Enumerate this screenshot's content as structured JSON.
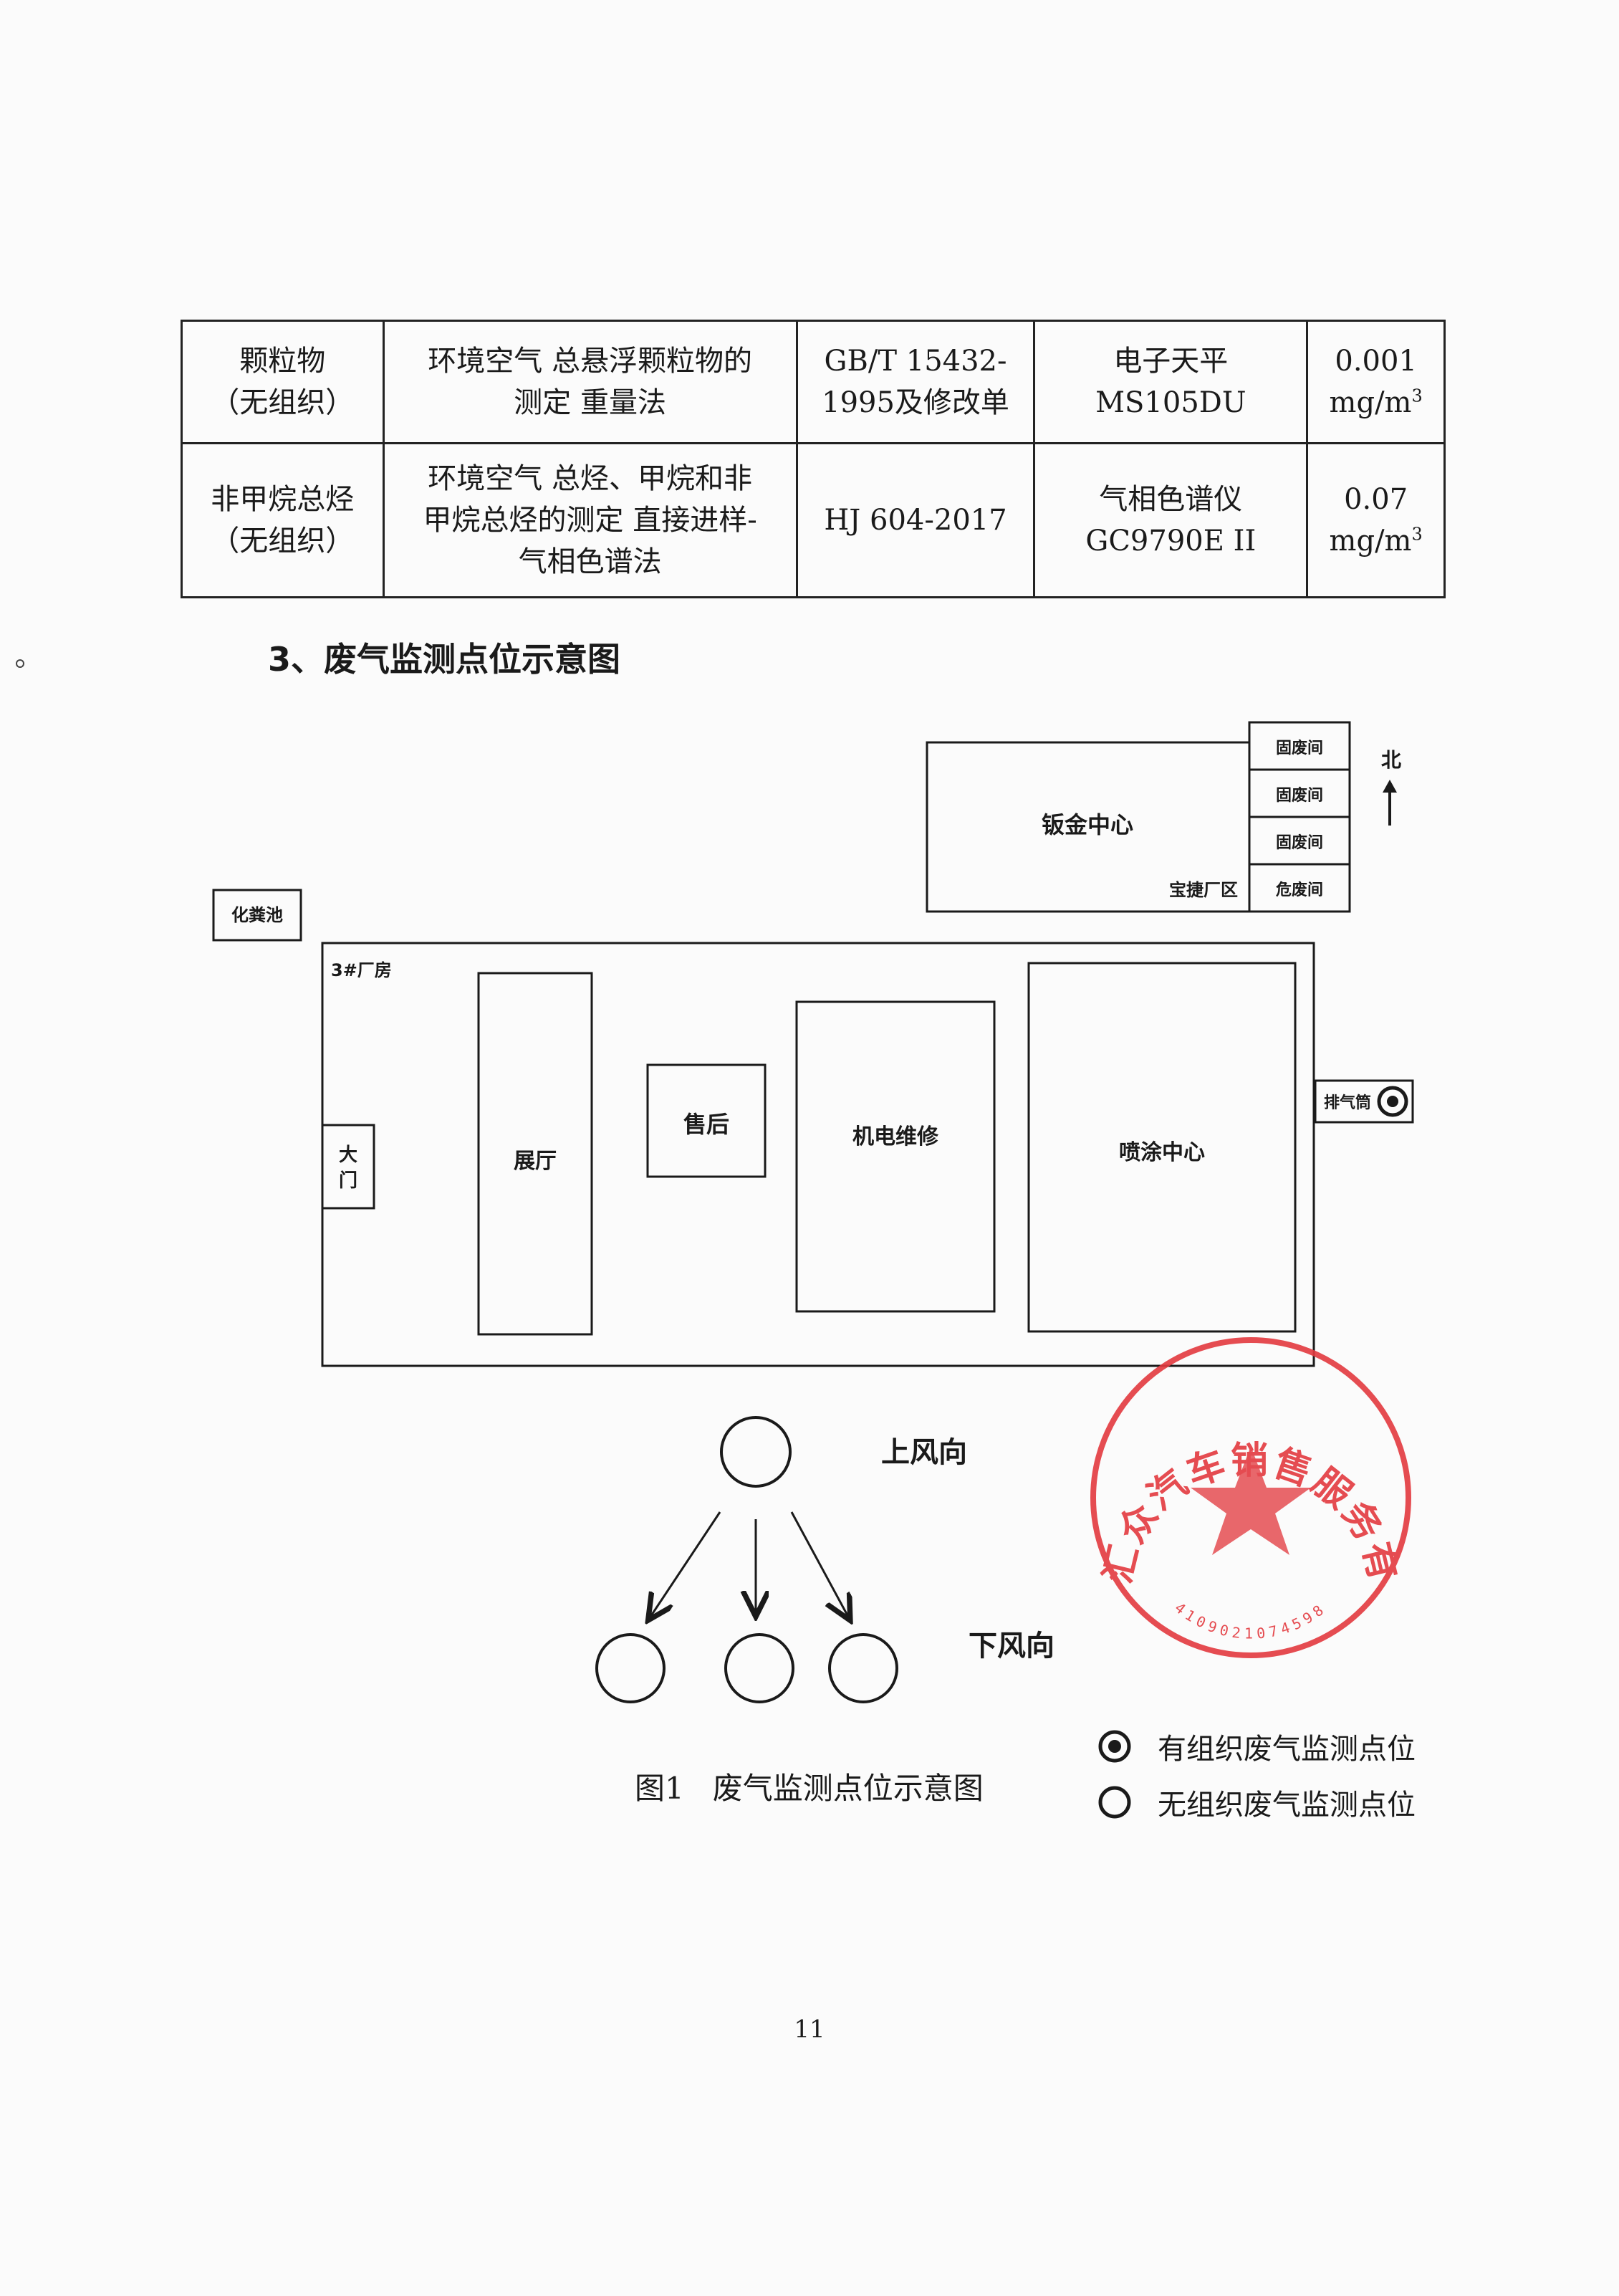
{
  "table": {
    "rows": [
      {
        "item": [
          "颗粒物",
          "（无组织）"
        ],
        "method": [
          "环境空气 总悬浮颗粒物的",
          "测定 重量法"
        ],
        "standard": [
          "GB/T 15432-",
          "1995及修改单"
        ],
        "instrument": [
          "电子天平",
          "MS105DU"
        ],
        "limit_value": "0.001",
        "limit_unit": "mg/m",
        "limit_unit_exp": "3"
      },
      {
        "item": [
          "非甲烷总烃",
          "（无组织）"
        ],
        "method": [
          "环境空气 总烃、甲烷和非",
          "甲烷总烃的测定 直接进样-",
          "气相色谱法"
        ],
        "standard": [
          "HJ 604-2017"
        ],
        "instrument": [
          "气相色谱仪",
          "GC9790E II"
        ],
        "limit_value": "0.07",
        "limit_unit": "mg/m",
        "limit_unit_exp": "3"
      }
    ]
  },
  "section_heading": "3、废气监测点位示意图",
  "diagram": {
    "solid_waste_rooms": [
      "固废间",
      "固废间",
      "固废间"
    ],
    "hazardous_waste_room": "危废间",
    "north": "北",
    "sheet_metal_center": "钣金中心",
    "baojie_area": "宝捷厂区",
    "septic_tank": "化粪池",
    "plant": "3#厂房",
    "gate": [
      "大",
      "门"
    ],
    "showroom": "展厅",
    "after_sales": "售后",
    "mechanical_repair": "机电维修",
    "paint_center": "喷涂中心",
    "exhaust_outlet": "排气筒",
    "upwind": "上风向",
    "downwind": "下风向"
  },
  "stamp": {
    "text": "濮阳市汇众汽车销售服务有限公司",
    "code": "4109021074598",
    "color": "#e33a3f"
  },
  "caption": {
    "number": "图1",
    "title": "废气监测点位示意图"
  },
  "legend": {
    "organized": "有组织废气监测点位",
    "unorganized": "无组织废气监测点位"
  },
  "page_number": "11"
}
